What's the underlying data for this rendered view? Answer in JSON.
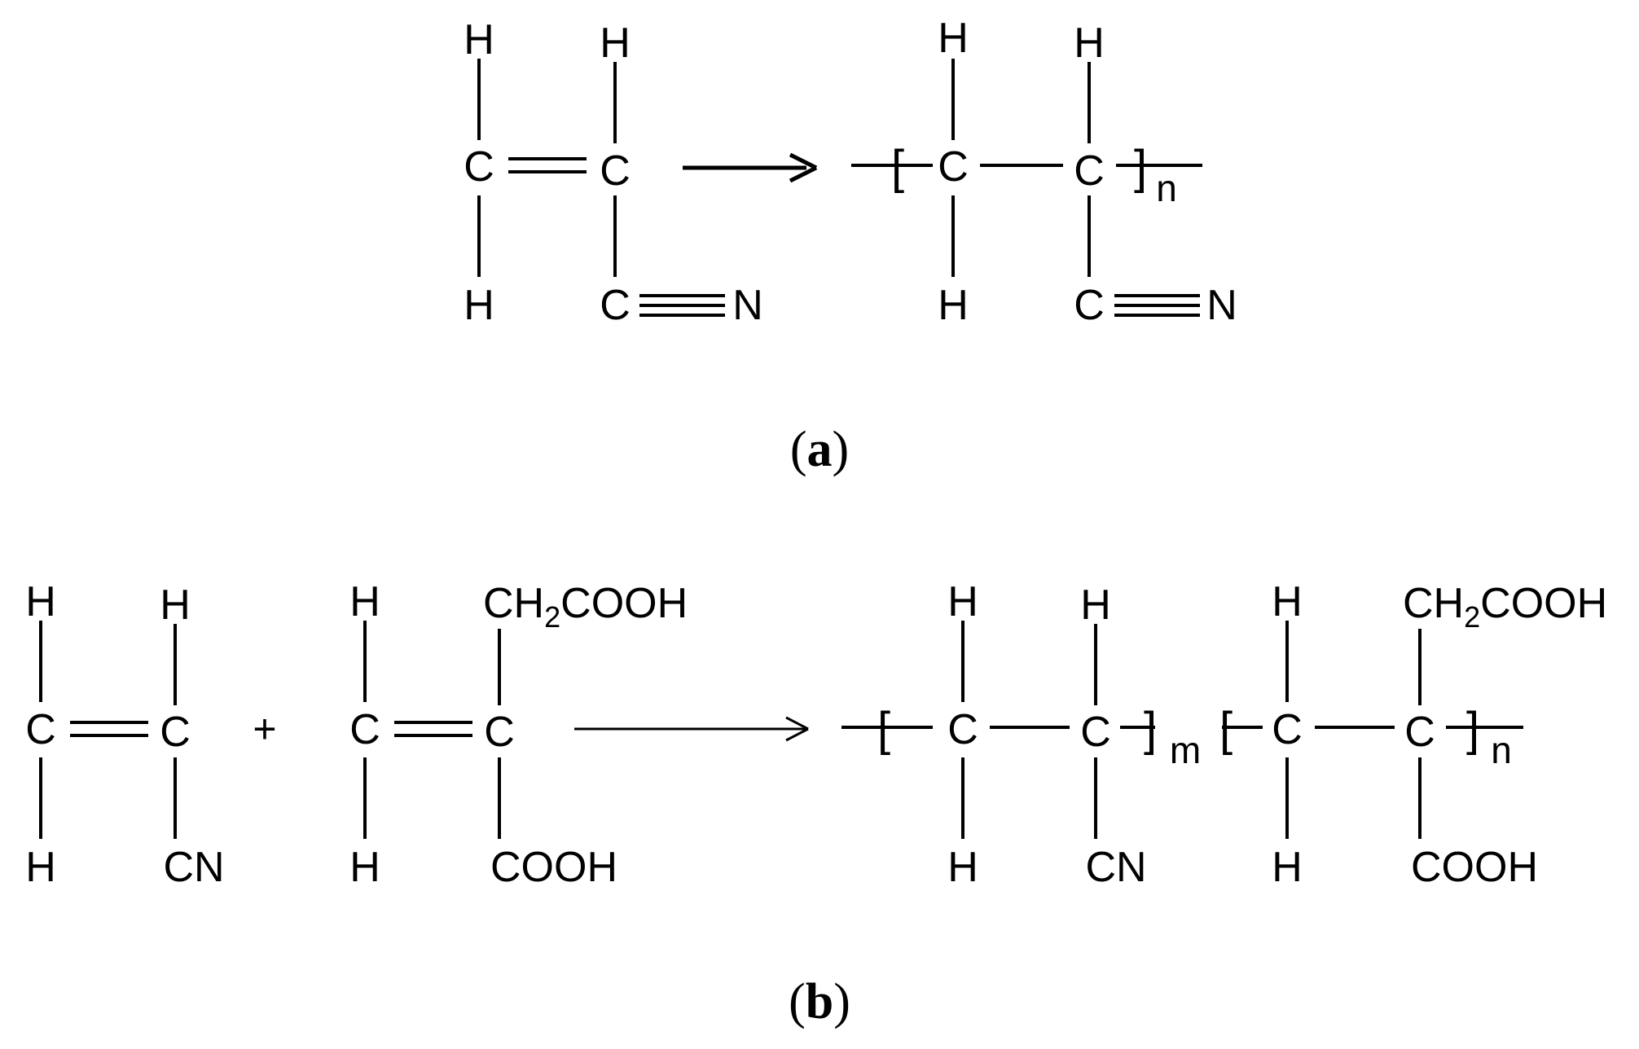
{
  "figure": {
    "panel_a": {
      "label_open": "(",
      "label_letter": "a",
      "label_close": ")",
      "reactant": {
        "atoms": {
          "c1": "C",
          "c2": "C",
          "h_top1": "H",
          "h_top2": "H",
          "h_bot": "H",
          "c_nitrile": "C",
          "n": "N"
        }
      },
      "product": {
        "atoms": {
          "c1": "C",
          "c2": "C",
          "h_top1": "H",
          "h_top2": "H",
          "h_bot": "H",
          "c_nitrile": "C",
          "n": "N"
        },
        "bracket_open": "[",
        "bracket_close": "]",
        "subscript": "n"
      }
    },
    "panel_b": {
      "label_open": "(",
      "label_letter": "b",
      "label_close": ")",
      "plus": "+",
      "acrylonitrile": {
        "atoms": {
          "c1": "C",
          "c2": "C",
          "h_top1": "H",
          "h_top2": "H",
          "h_bot": "H",
          "cn": "CN"
        }
      },
      "itaconic_acid": {
        "atoms": {
          "c1": "C",
          "c2": "C",
          "h_top": "H",
          "h_bot": "H",
          "cooh": "COOH"
        },
        "ch2cooh": {
          "pre": "CH",
          "sub": "2",
          "post": "COOH"
        }
      },
      "copolymer": {
        "atoms": {
          "c1": "C",
          "c2": "C",
          "c3": "C",
          "c4": "C",
          "h_top1": "H",
          "h_top2": "H",
          "h_top3": "H",
          "h_bot1": "H",
          "h_bot3": "H",
          "cn": "CN",
          "cooh": "COOH"
        },
        "ch2cooh": {
          "pre": "CH",
          "sub": "2",
          "post": "COOH"
        },
        "bracket_open_1": "[",
        "bracket_close_1": "]",
        "subscript_m": "m",
        "bracket_open_2": "[",
        "bracket_close_2": "]",
        "subscript_n": "n"
      }
    }
  }
}
